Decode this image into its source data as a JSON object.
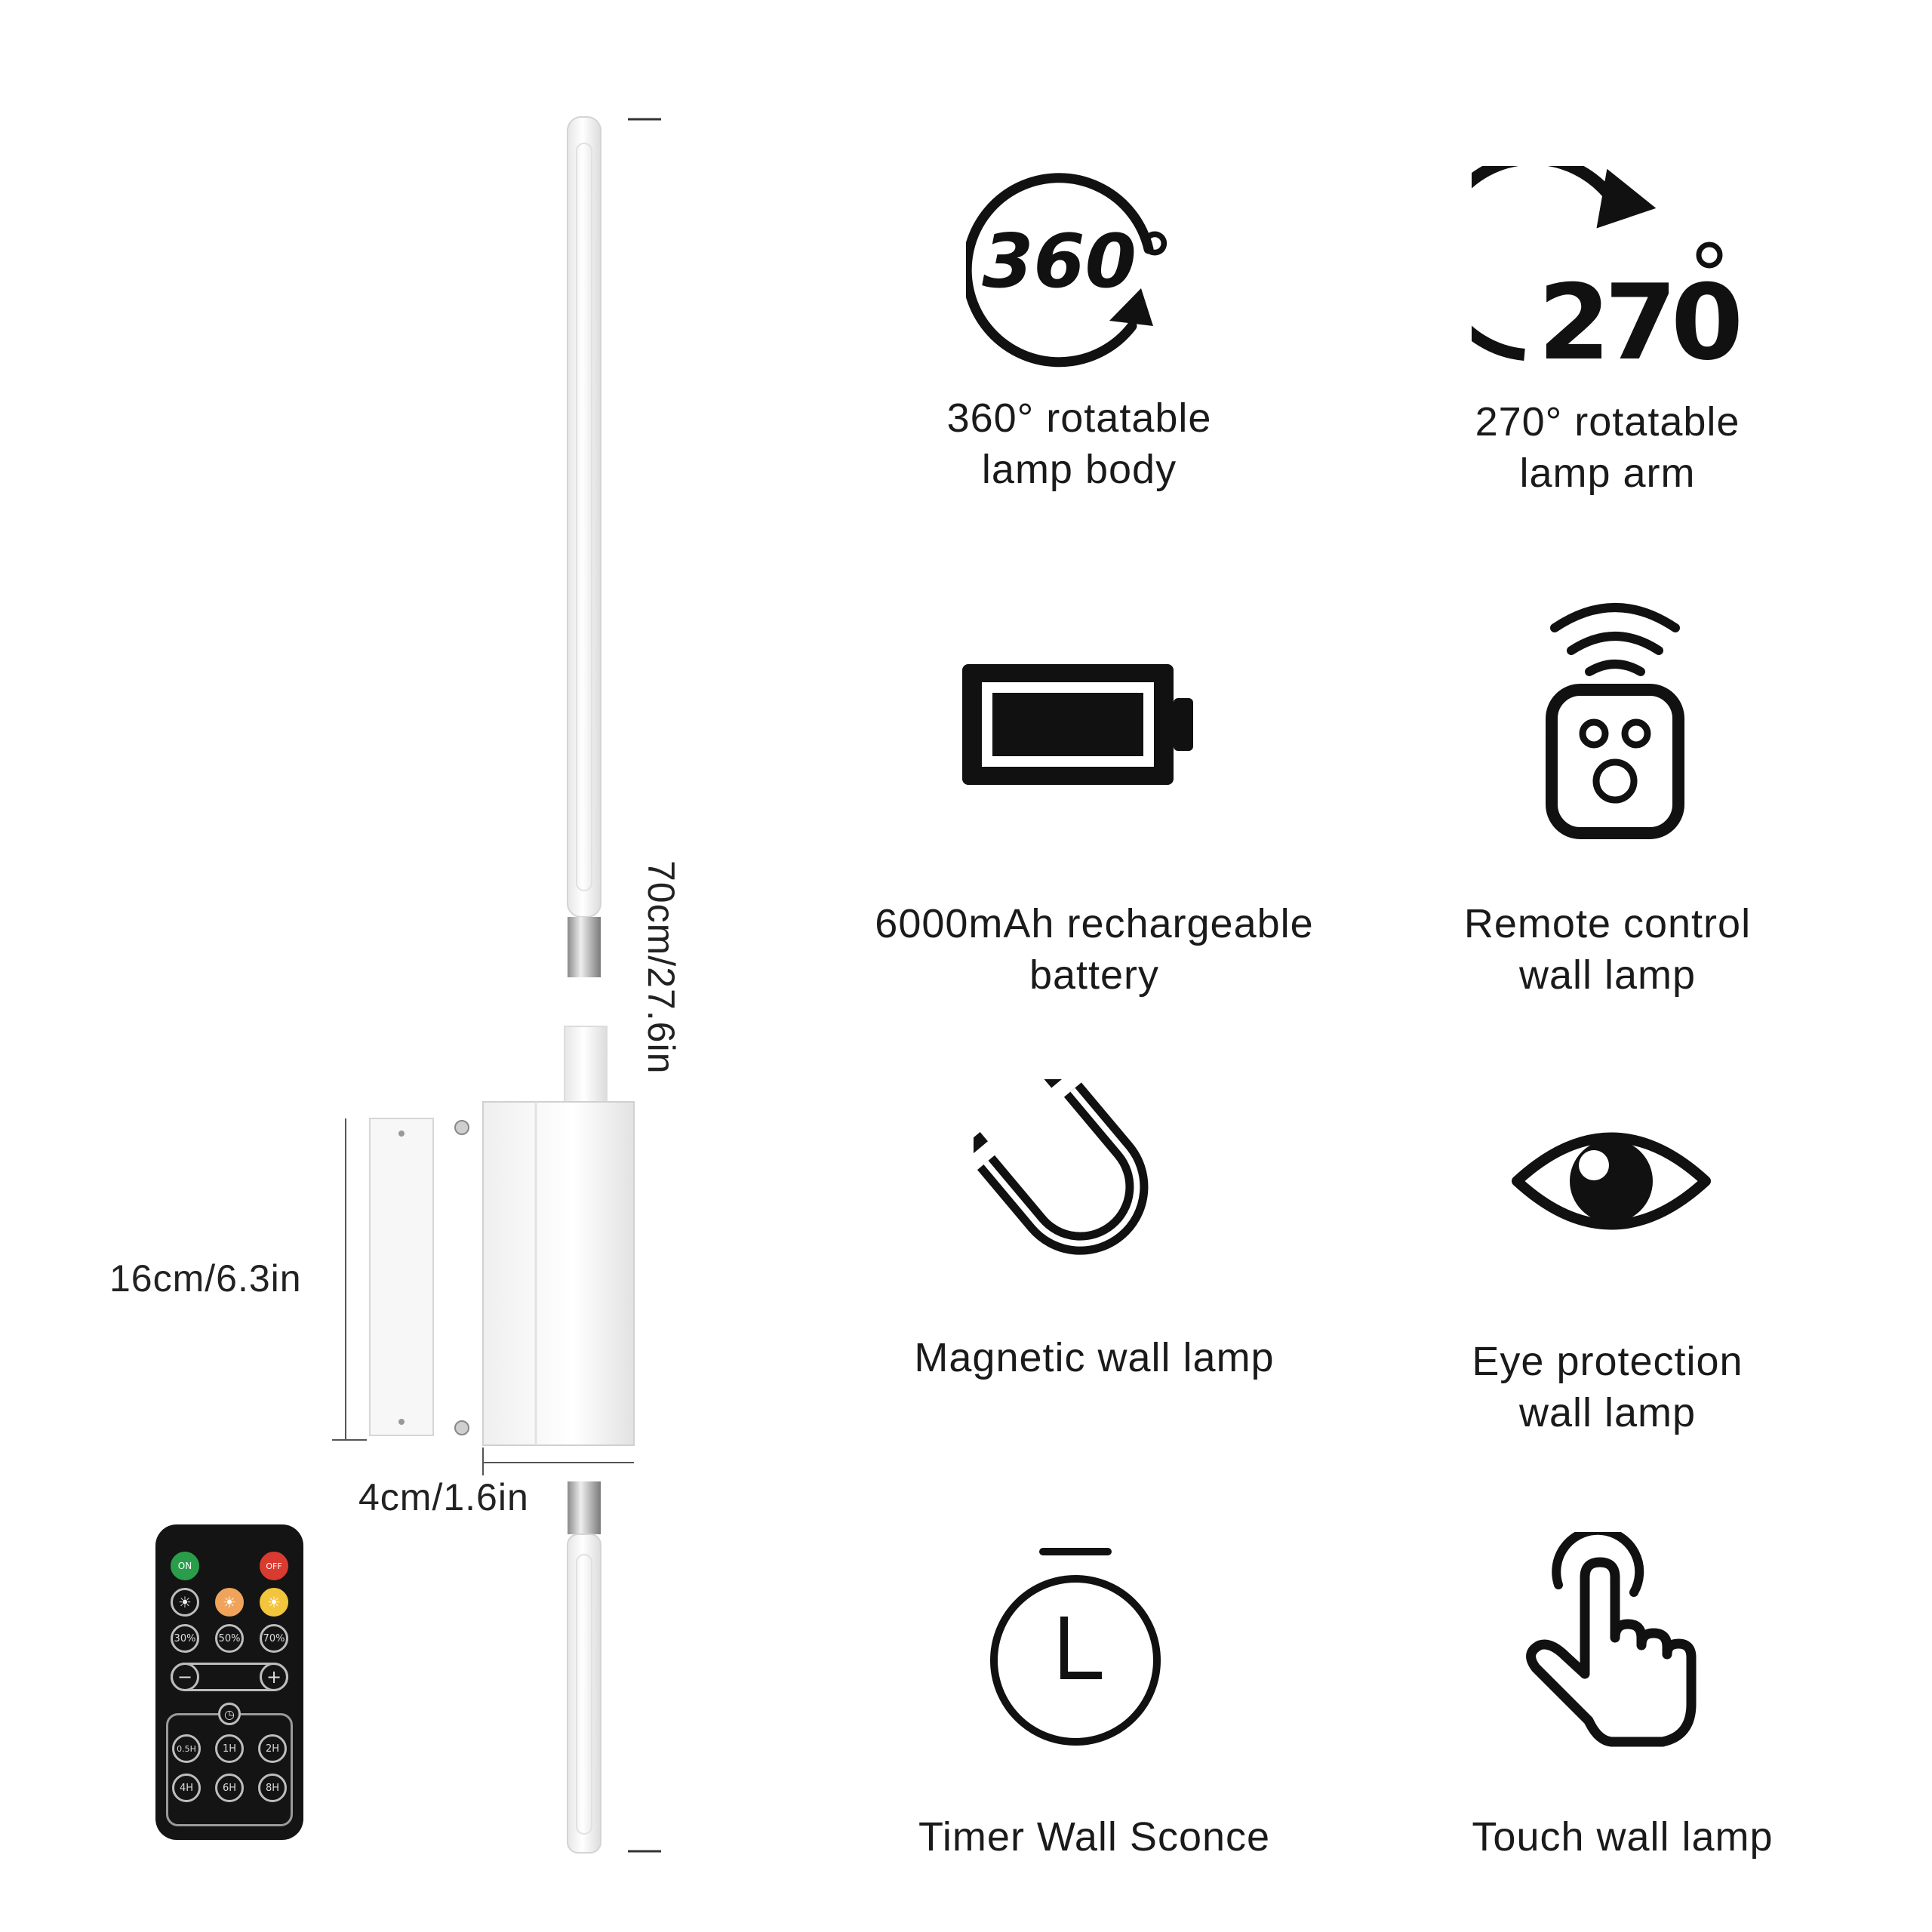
{
  "dimensions": {
    "height_total": "70cm/27.6in",
    "base_height": "16cm/6.3in",
    "base_depth": "4cm/1.6in"
  },
  "remote": {
    "on": "ON",
    "off": "OFF",
    "pct30": "30%",
    "pct50": "50%",
    "pct70": "70%",
    "minus": "−",
    "plus": "+",
    "t05": "0.5H",
    "t1": "1H",
    "t2": "2H",
    "t4": "4H",
    "t6": "6H",
    "t8": "8H"
  },
  "features": {
    "rot360": {
      "icon": "rotate-360-icon",
      "badge": "360°",
      "label_line1": "360° rotatable",
      "label_line2": "lamp body"
    },
    "rot270": {
      "icon": "rotate-270-icon",
      "badge": "270",
      "label_line1": "270° rotatable",
      "label_line2": "lamp arm"
    },
    "battery": {
      "icon": "battery-icon",
      "label_line1": "6000mAh rechargeable",
      "label_line2": "battery"
    },
    "remote": {
      "icon": "remote-control-icon",
      "label_line1": "Remote control",
      "label_line2": "wall lamp"
    },
    "magnetic": {
      "icon": "magnet-icon",
      "label_line1": "Magnetic wall lamp"
    },
    "eye": {
      "icon": "eye-icon",
      "label_line1": "Eye protection",
      "label_line2": "wall lamp"
    },
    "timer": {
      "icon": "timer-icon",
      "label_line1": "Timer Wall Sconce"
    },
    "touch": {
      "icon": "touch-hand-icon",
      "label_line1": "Touch wall lamp"
    }
  }
}
